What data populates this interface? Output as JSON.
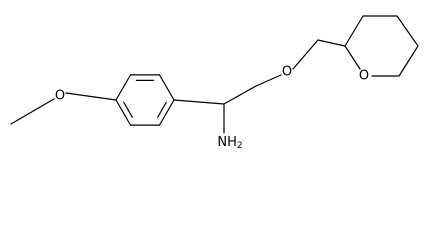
{
  "molecule": {
    "atoms": {
      "ethoxy_oxygen": "O",
      "ether_oxygen": "O",
      "ring_oxygen": "O",
      "amine": "NH2"
    },
    "colors": {
      "bond": "#000000",
      "label": "#000000",
      "background": "#ffffff"
    }
  }
}
